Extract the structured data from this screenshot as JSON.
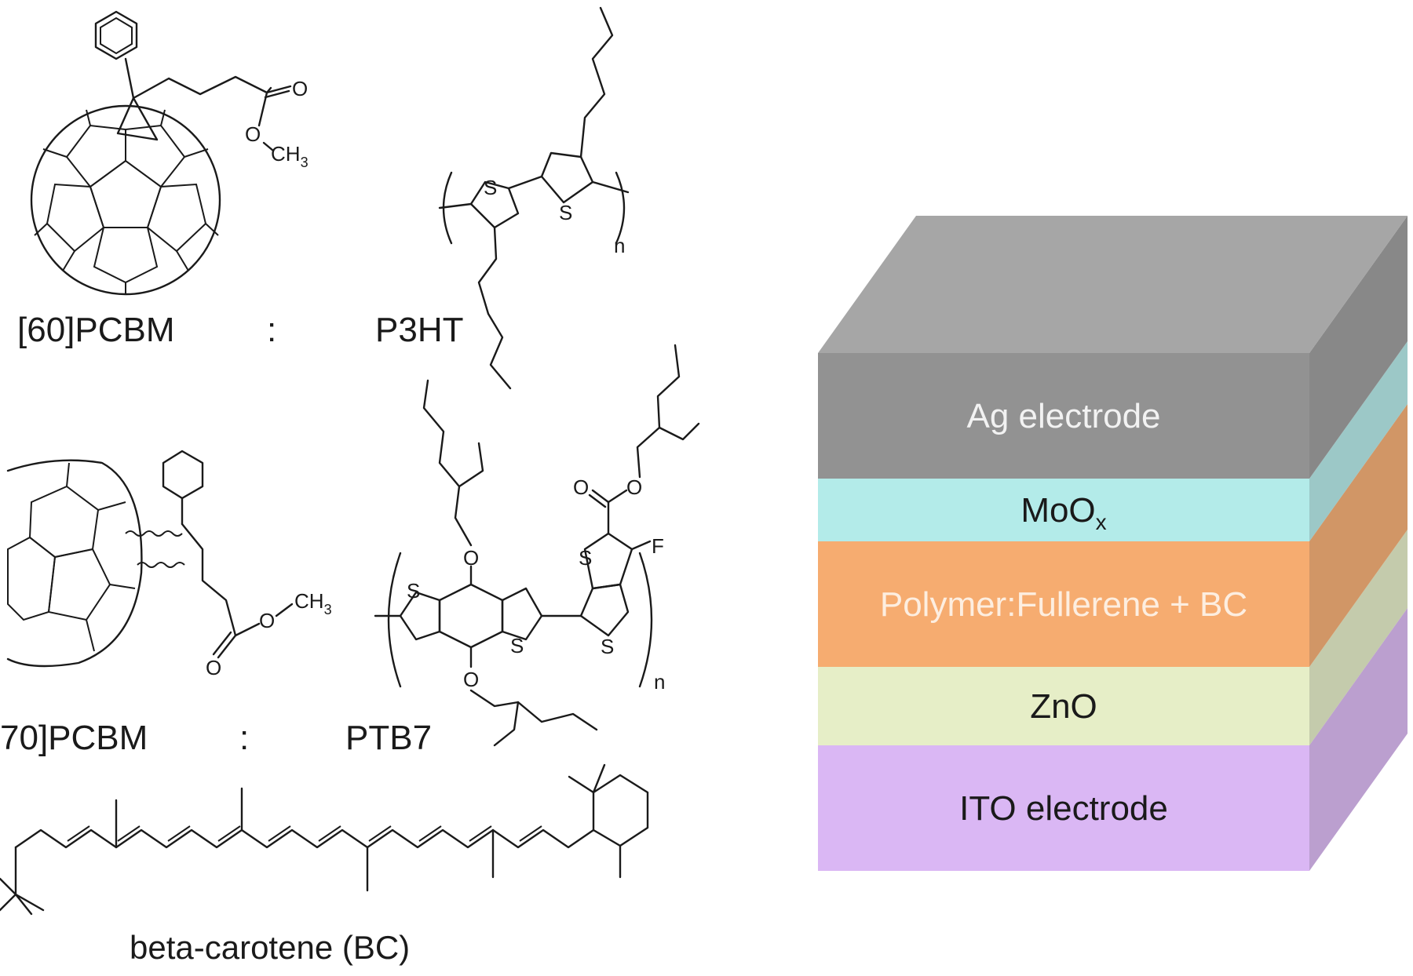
{
  "molecules": {
    "pc60_label": "[60]PCBM",
    "separator_1": ":",
    "p3ht_label": "P3HT",
    "pc70_label": "70]PCBM",
    "separator_2": ":",
    "ptb7_label": "PTB7",
    "bc_label": "beta-carotene (BC)",
    "atoms": {
      "oxygen": "O",
      "methyl": "CH",
      "methyl_sub": "3",
      "sulfur": "S",
      "fluorine": "F",
      "repeat_n": "n"
    }
  },
  "device_stack": {
    "layers": [
      {
        "name": "Ag electrode",
        "color": "#a6a6a6",
        "text_color": "#f2f2f2"
      },
      {
        "name": "MoO",
        "subscript": "x",
        "color": "#a9e8e6",
        "text_color": "#1a1a1a"
      },
      {
        "name": "Polymer:Fullerene + BC",
        "color": "#f5a15c",
        "text_color": "#fdeee0"
      },
      {
        "name": "ZnO",
        "color": "#e3ecbf",
        "text_color": "#1a1a1a"
      },
      {
        "name": "ITO electrode",
        "color": "#d5adf3",
        "text_color": "#1a1a1a"
      }
    ]
  }
}
